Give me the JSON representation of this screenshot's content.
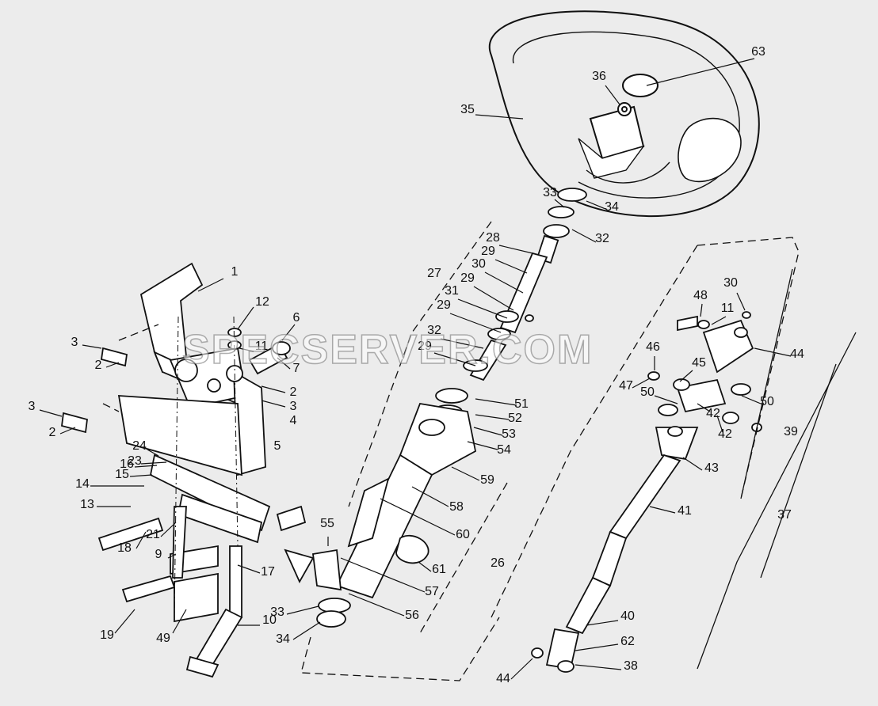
{
  "watermark": "SPECSERVER.COM",
  "callouts": [
    {
      "id": "c1",
      "label": "1"
    },
    {
      "id": "c2",
      "label": "2"
    },
    {
      "id": "c3",
      "label": "3"
    },
    {
      "id": "c4",
      "label": "4"
    },
    {
      "id": "c5",
      "label": "5"
    },
    {
      "id": "c6",
      "label": "6"
    },
    {
      "id": "c7",
      "label": "7"
    },
    {
      "id": "c8",
      "label": "9"
    },
    {
      "id": "c9",
      "label": "10"
    },
    {
      "id": "c10",
      "label": "11"
    },
    {
      "id": "c11",
      "label": "12"
    },
    {
      "id": "c12",
      "label": "13"
    },
    {
      "id": "c13",
      "label": "14"
    },
    {
      "id": "c14",
      "label": "15"
    },
    {
      "id": "c15",
      "label": "16"
    },
    {
      "id": "c16",
      "label": "17"
    },
    {
      "id": "c17",
      "label": "18"
    },
    {
      "id": "c18",
      "label": "19"
    },
    {
      "id": "c19",
      "label": "21"
    },
    {
      "id": "c20",
      "label": "23"
    },
    {
      "id": "c21",
      "label": "24"
    },
    {
      "id": "c22",
      "label": "49"
    },
    {
      "id": "c23",
      "label": "3"
    },
    {
      "id": "c24",
      "label": "2"
    },
    {
      "id": "c25",
      "label": "3"
    },
    {
      "id": "c26",
      "label": "2"
    },
    {
      "id": "c27",
      "label": "26"
    },
    {
      "id": "c28",
      "label": "27"
    },
    {
      "id": "c29",
      "label": "28"
    },
    {
      "id": "c30",
      "label": "29"
    },
    {
      "id": "c31",
      "label": "30"
    },
    {
      "id": "c32",
      "label": "29"
    },
    {
      "id": "c33",
      "label": "31"
    },
    {
      "id": "c34",
      "label": "29"
    },
    {
      "id": "c35",
      "label": "32"
    },
    {
      "id": "c36",
      "label": "29"
    },
    {
      "id": "c37",
      "label": "32"
    },
    {
      "id": "c38",
      "label": "33"
    },
    {
      "id": "c39",
      "label": "34"
    },
    {
      "id": "c40",
      "label": "35"
    },
    {
      "id": "c41",
      "label": "36"
    },
    {
      "id": "c42",
      "label": "63"
    },
    {
      "id": "c43",
      "label": "51"
    },
    {
      "id": "c44",
      "label": "52"
    },
    {
      "id": "c45",
      "label": "53"
    },
    {
      "id": "c46",
      "label": "54"
    },
    {
      "id": "c47",
      "label": "59"
    },
    {
      "id": "c48",
      "label": "58"
    },
    {
      "id": "c49",
      "label": "60"
    },
    {
      "id": "c50",
      "label": "61"
    },
    {
      "id": "c51",
      "label": "55"
    },
    {
      "id": "c52",
      "label": "57"
    },
    {
      "id": "c53",
      "label": "56"
    },
    {
      "id": "c54",
      "label": "33"
    },
    {
      "id": "c55",
      "label": "34"
    },
    {
      "id": "c56",
      "label": "48"
    },
    {
      "id": "c57",
      "label": "11"
    },
    {
      "id": "c58",
      "label": "30"
    },
    {
      "id": "c59",
      "label": "44"
    },
    {
      "id": "c60",
      "label": "46"
    },
    {
      "id": "c61",
      "label": "45"
    },
    {
      "id": "c62",
      "label": "47"
    },
    {
      "id": "c63",
      "label": "50"
    },
    {
      "id": "c64",
      "label": "50"
    },
    {
      "id": "c65",
      "label": "42"
    },
    {
      "id": "c66",
      "label": "42"
    },
    {
      "id": "c67",
      "label": "39"
    },
    {
      "id": "c68",
      "label": "43"
    },
    {
      "id": "c69",
      "label": "41"
    },
    {
      "id": "c70",
      "label": "37"
    },
    {
      "id": "c71",
      "label": "40"
    },
    {
      "id": "c72",
      "label": "62"
    },
    {
      "id": "c73",
      "label": "38"
    },
    {
      "id": "c74",
      "label": "44"
    }
  ]
}
